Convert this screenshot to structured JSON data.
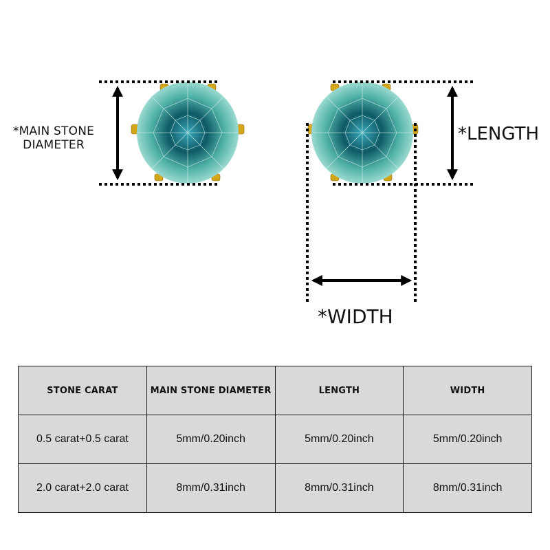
{
  "labels": {
    "main_stone_diameter": "*MAIN STONE DIAMETER",
    "length": "*LENGTH",
    "width": "*WIDTH"
  },
  "stone_colors": {
    "light": "#b5e8de",
    "mid": "#4fb0a6",
    "dark": "#0e5a66",
    "deep": "#0a3d4a",
    "prong_gold": "#d4a61a"
  },
  "table": {
    "headers": [
      "STONE CARAT",
      "MAIN STONE DIAMETER",
      "LENGTH",
      "WIDTH"
    ],
    "rows": [
      [
        "0.5 carat+0.5 carat",
        "5mm/0.20inch",
        "5mm/0.20inch",
        "5mm/0.20inch"
      ],
      [
        "2.0 carat+2.0 carat",
        "8mm/0.31inch",
        "8mm/0.31inch",
        "8mm/0.31inch"
      ]
    ]
  }
}
